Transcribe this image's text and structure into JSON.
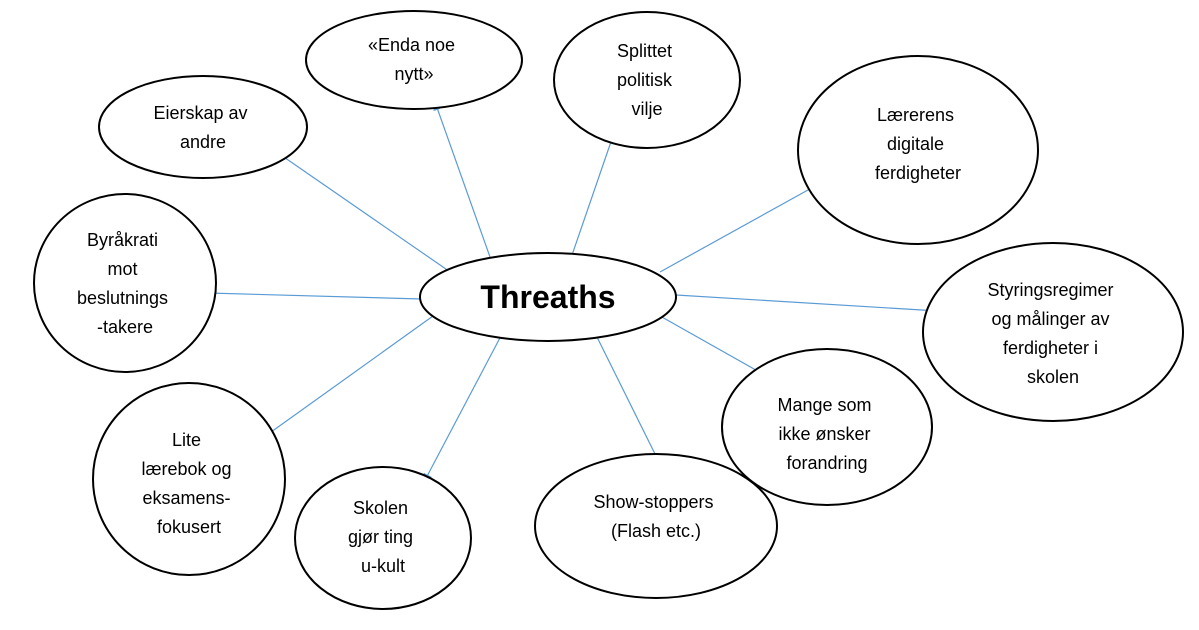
{
  "center": {
    "label": "Threaths"
  },
  "nodes": [
    {
      "id": "enda-noe-nytt",
      "lines": [
        "«Enda noe",
        "nytt»"
      ]
    },
    {
      "id": "splittet-politisk-vilje",
      "lines": [
        "Splittet",
        "politisk",
        "vilje"
      ]
    },
    {
      "id": "eierskap-av-andre",
      "lines": [
        "Eierskap av",
        "andre"
      ]
    },
    {
      "id": "lærerens-digitale-ferdigheter",
      "lines": [
        "Lærerens",
        "digitale",
        "ferdigheter"
      ]
    },
    {
      "id": "byråkrati-mot-beslutningstakere",
      "lines": [
        "Byråkrati",
        "mot",
        "beslutnings",
        "-takere"
      ]
    },
    {
      "id": "styringsregimer",
      "lines": [
        "Styringsregimer",
        "og målinger av",
        "ferdigheter i",
        "skolen"
      ]
    },
    {
      "id": "mange-som-ikke-ønsker-forandring",
      "lines": [
        "Mange som",
        "ikke ønsker",
        "forandring"
      ]
    },
    {
      "id": "lite-lærebok",
      "lines": [
        "Lite",
        "lærebok og",
        "eksamens-",
        "fokusert"
      ]
    },
    {
      "id": "skolen-gjør-ting-u-kult",
      "lines": [
        "Skolen",
        "gjør ting",
        "u-kult"
      ]
    },
    {
      "id": "show-stoppers",
      "lines": [
        "Show-stoppers",
        "(Flash etc.)"
      ]
    }
  ],
  "colors": {
    "connector": "#5b9bd5",
    "outline": "#000000",
    "background": "#ffffff"
  }
}
